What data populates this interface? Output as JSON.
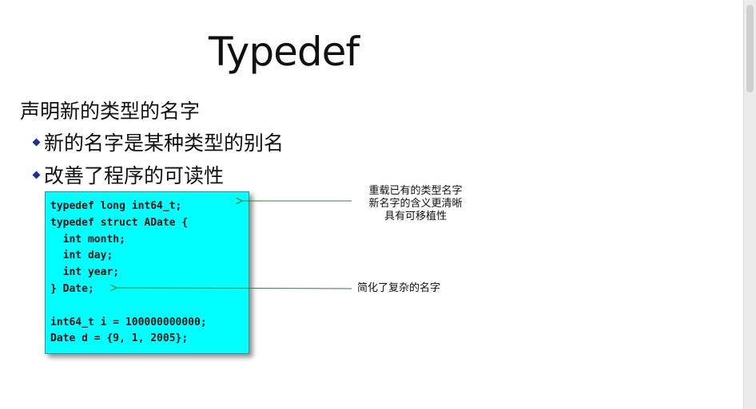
{
  "slide": {
    "title": "Typedef",
    "main_point": "声明新的类型的名字",
    "sub_points": [
      "新的名字是某种类型的别名",
      "改善了程序的可读性"
    ]
  },
  "code": {
    "lines": [
      "typedef long int64_t;",
      "typedef struct ADate {",
      "  int month;",
      "  int day;",
      "  int year;",
      "} Date;",
      "",
      "int64_t i = 100000000000;",
      "Date d = {9, 1, 2005};"
    ]
  },
  "annotations": {
    "first": [
      "重载已有的类型名字",
      "新名字的含义更清晰",
      "具有可移植性"
    ],
    "second": "简化了复杂的名字"
  },
  "colors": {
    "code_background": "#00ffff",
    "arrow": "#2e7d32",
    "bullet": "#1a2fa6"
  }
}
